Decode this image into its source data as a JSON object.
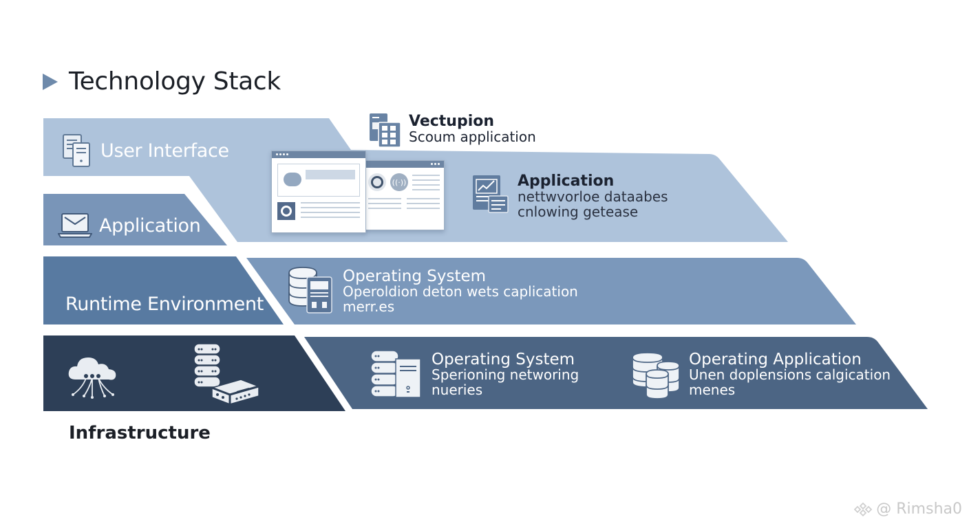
{
  "title": "Technology Stack",
  "colors": {
    "layer_ui": "#a9bfd8",
    "layer_app_left": "#7c98bb",
    "layer_runtime_left": "#587aa0",
    "layer_runtime_right": "#7b99bc",
    "layer_infra_left": "#2c3e56",
    "layer_infra_right": "#4d6684",
    "accent": "#6e8aab"
  },
  "layers": [
    {
      "id": "user-interface",
      "label": "User Interface",
      "icon": "documents-icon"
    },
    {
      "id": "application",
      "label": "Application",
      "icon": "laptop-mail-icon"
    },
    {
      "id": "runtime-environment",
      "label": "Runtime Environment",
      "icon": null
    },
    {
      "id": "infrastructure",
      "label": "Infrastructure",
      "icons": [
        "cloud-network-icon",
        "server-stack-icon"
      ]
    }
  ],
  "blocks": {
    "vectupion": {
      "title": "Vectupion",
      "subtitle": "Scoum application",
      "icon": "mobile-grid-icon"
    },
    "application": {
      "title": "Application",
      "line1": "nettwvorloe dataabes",
      "line2": "cnlowing getease",
      "icon": "chart-screen-icon"
    },
    "runtime_os": {
      "title": "Operating System",
      "line1": "Operoldion deton wets caplication",
      "line2": "merr.es",
      "icon": "database-server-icon"
    },
    "infra_os": {
      "title": "Operating System",
      "line1": "Sperioning networing",
      "line2": "nueries",
      "icon": "database-tower-icon"
    },
    "infra_app": {
      "title": "Operating Application",
      "line1": "Unen doplensions calgication",
      "line2": "menes",
      "icon": "databases-icon"
    }
  },
  "watermark": "@ Rimsha0"
}
